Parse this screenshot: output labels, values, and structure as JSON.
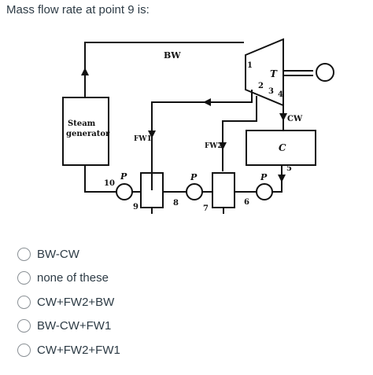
{
  "question": {
    "text": "Mass flow rate at point 9 is:"
  },
  "diagram": {
    "labels": {
      "bw": "BW",
      "turbine": "T",
      "cw": "CW",
      "condenser": "C",
      "steam_generator_line1": "Steam",
      "steam_generator_line2": "generator",
      "fw1": "FW1",
      "fw2": "FW2",
      "pump": "P",
      "points": [
        "1",
        "2",
        "3",
        "4",
        "5",
        "6",
        "7",
        "8",
        "9",
        "10"
      ]
    }
  },
  "options": [
    {
      "label": "BW-CW"
    },
    {
      "label": "none of these"
    },
    {
      "label": "CW+FW2+BW"
    },
    {
      "label": "BW-CW+FW1"
    },
    {
      "label": "CW+FW2+FW1"
    }
  ]
}
